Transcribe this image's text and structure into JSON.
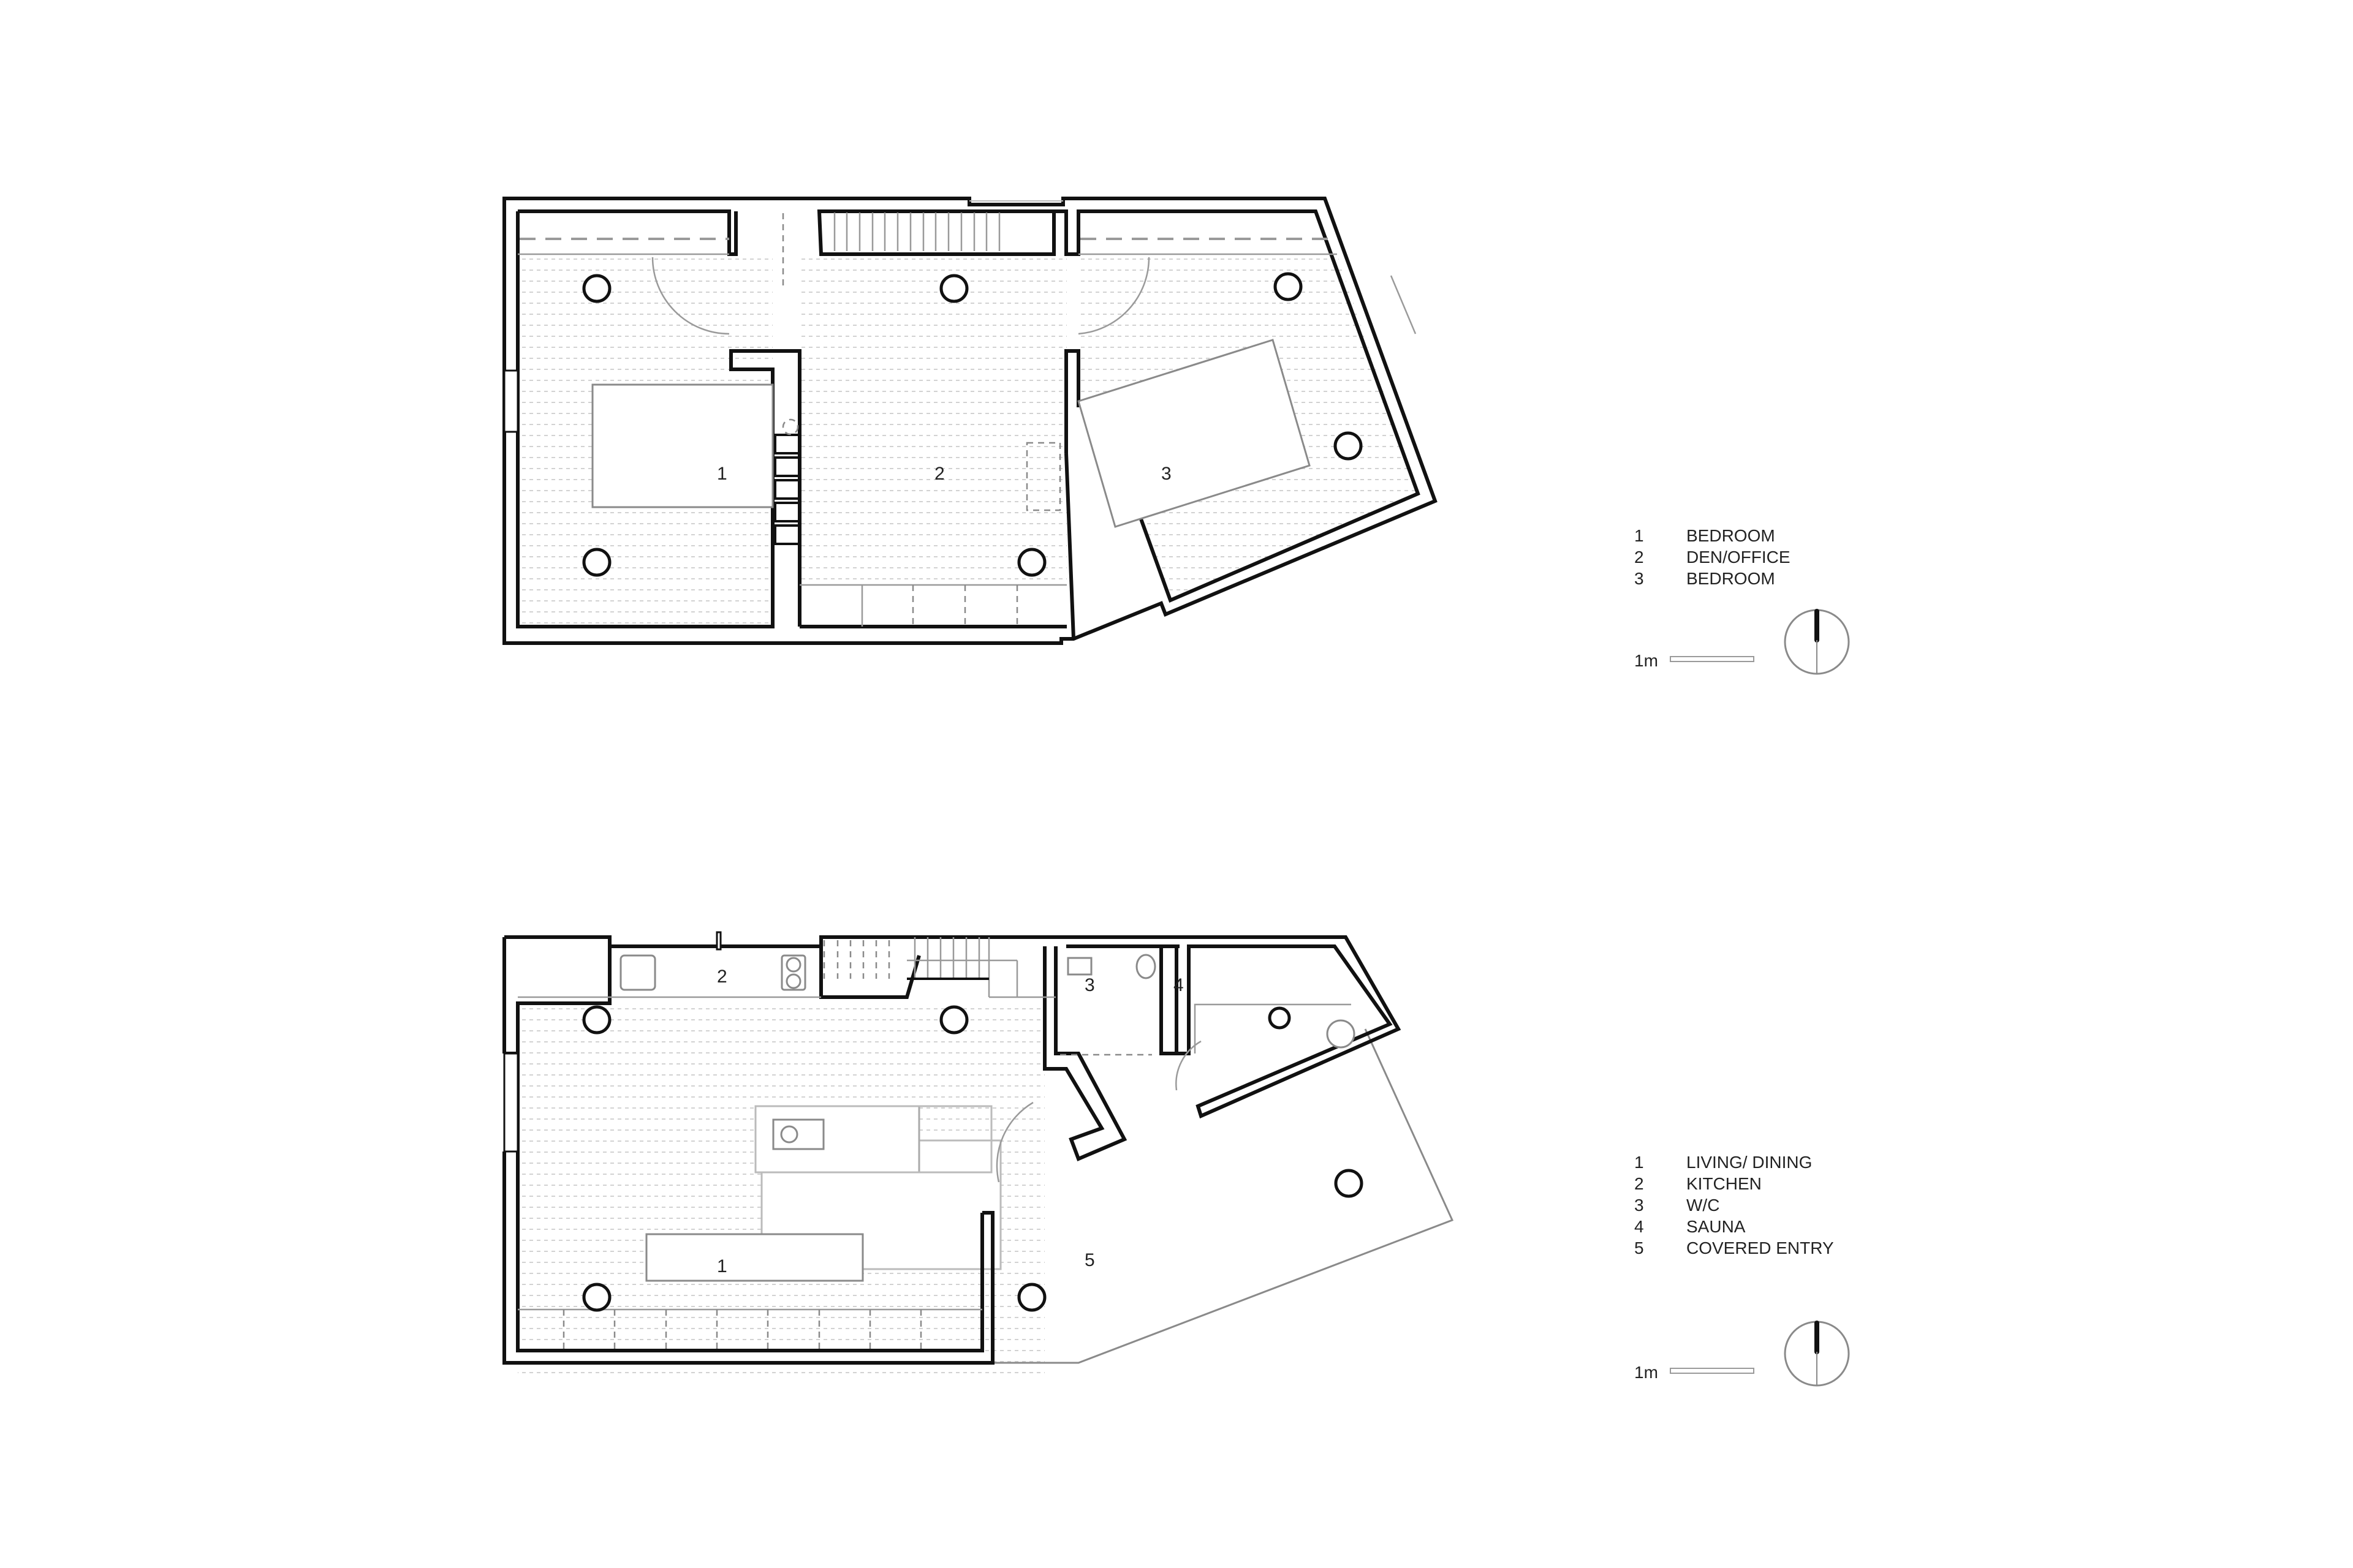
{
  "upper_floor": {
    "rooms": [
      {
        "number": "1",
        "name": "BEDROOM"
      },
      {
        "number": "2",
        "name": "DEN/OFFICE"
      },
      {
        "number": "3",
        "name": "BEDROOM"
      }
    ],
    "scale_label": "1m"
  },
  "lower_floor": {
    "rooms": [
      {
        "number": "1",
        "name": "LIVING/ DINING"
      },
      {
        "number": "2",
        "name": "KITCHEN"
      },
      {
        "number": "3",
        "name": "W/C"
      },
      {
        "number": "4",
        "name": "SAUNA"
      },
      {
        "number": "5",
        "name": "COVERED ENTRY"
      }
    ],
    "scale_label": "1m"
  },
  "icons": {
    "north_arrow": "north-arrow-icon"
  },
  "colors": {
    "walls": "#111111",
    "fixtures": "#8a8a8a",
    "background": "#ffffff"
  }
}
